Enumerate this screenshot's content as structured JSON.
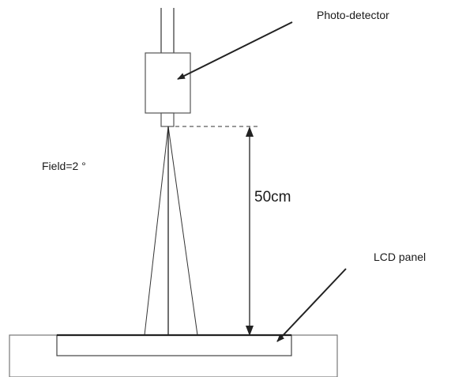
{
  "labels": {
    "photo_detector": "Photo-detector",
    "field": "Field=2 °",
    "distance": "50cm",
    "lcd_panel": "LCD panel"
  },
  "colors": {
    "line": "#222222",
    "box_stroke": "#555555",
    "background": "#ffffff"
  }
}
